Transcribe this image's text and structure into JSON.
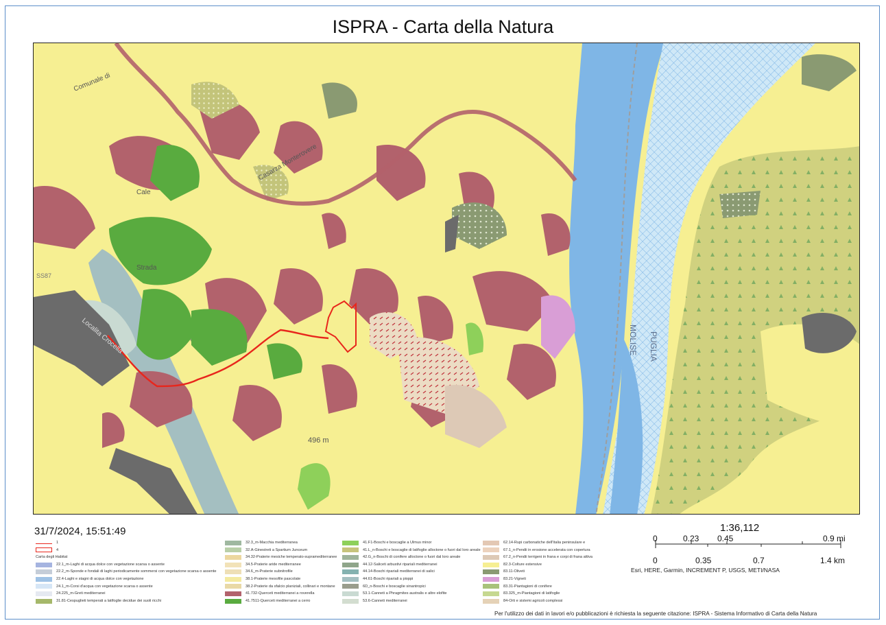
{
  "title": "ISPRA  -  Carta della Natura",
  "timestamp": "31/7/2024, 15:51:49",
  "map": {
    "labels": {
      "region_molise": "MOLISE",
      "region_puglia": "PUGLIA",
      "elevation": "496 m",
      "road_1": "Comunale di",
      "road_2": "Strada",
      "road_3": "Localita Crocella",
      "road_4": "Casarza Monterovere",
      "road_5": "Cale",
      "road_6": "SS87"
    },
    "colors": {
      "base": "#f6ef92",
      "sea": "#7fb6e6",
      "lake_hatch": "#cfe8f7",
      "woodland_red": "#b2626c",
      "green": "#59ab3f",
      "olive": "#8a9a72",
      "urban": "#6b6b6b",
      "route": "#e8261c"
    }
  },
  "legend": {
    "route_a": "1",
    "route_b": "4",
    "heading": "Carta degli Habitat",
    "col1": [
      {
        "label": "22.1_m-Laghi di acqua dolce con vegetazione scarsa o assente",
        "color": "#a5b4e0"
      },
      {
        "label": "22.2_m-Sponde e fondali di laghi periodicamente sommersi con vegetazione scarsa o assente",
        "color": "#c5cdd8"
      },
      {
        "label": "22.4-Laghi e stagni di acqua dolce con vegetazione",
        "color": "#9fc2e5"
      },
      {
        "label": "24.1_m-Corsi d'acqua con vegetazione scarsa o assente",
        "color": "#d6e6f6"
      },
      {
        "label": "24.225_m-Greti mediterranei",
        "color": "#e5e9f1"
      },
      {
        "label": "31.81-Cespuglieti temperati a latifoglie decidue dei suoli ricchi",
        "color": "#a5b86a"
      }
    ],
    "col2": [
      {
        "label": "32.3_m-Macchia mediterranea",
        "color": "#9fb8a0"
      },
      {
        "label": "32.A-Ginestreti a Spartium Junceum",
        "color": "#b9cfa8"
      },
      {
        "label": "34.32-Praterie mesiche temperato-supramediterranee",
        "color": "#ecd79f"
      },
      {
        "label": "34.5-Praterie aride mediterranee",
        "color": "#f2e2b8"
      },
      {
        "label": "34.6_m-Praterie subnitrofile",
        "color": "#eedfb6"
      },
      {
        "label": "38.1-Praterie mesofile pascolate",
        "color": "#f4eaa0"
      },
      {
        "label": "38.2-Praterie da sfalcio planiziali, collinari e montane",
        "color": "#e9d9a6"
      },
      {
        "label": "41.732-Querceti mediterranei a roverella",
        "color": "#b2626c"
      },
      {
        "label": "41.7511-Querceti mediterranei a cerro",
        "color": "#59ab3f"
      }
    ],
    "col3": [
      {
        "label": "41.F1-Boschi e boscaglie a Ulmus minor",
        "color": "#8ed05a"
      },
      {
        "label": "41.L_n-Boschi e boscaglie di latifoglie alloctone o fuori dal loro areale",
        "color": "#c7c47c"
      },
      {
        "label": "42.G_n-Boschi di conifere alloctone o fuori dal loro areale",
        "color": "#9fb49b"
      },
      {
        "label": "44.12-Saliceti arbustivi ripariali mediterranei",
        "color": "#8fa58a"
      },
      {
        "label": "44.14-Boschi ripariali mediterranei di salici",
        "color": "#85b2b0"
      },
      {
        "label": "44.61-Boschi ripariali a pioppi",
        "color": "#a4bfc1"
      },
      {
        "label": "6D_n-Boschi e boscaglie sinantropici",
        "color": "#9a9d8d"
      },
      {
        "label": "53.1-Canneti a Phragmites australis e altre elofite",
        "color": "#c9dad2"
      },
      {
        "label": "53.6-Canneti mediterranei",
        "color": "#d3ddd0"
      }
    ],
    "col4": [
      {
        "label": "62.14-Rupi carbonatiche dell'Italia peninsulare e",
        "color": "#e3c8b4"
      },
      {
        "label": "67.1_n-Pendii in erosione accelerata con copertura",
        "color": "#ecd2bd"
      },
      {
        "label": "67.2_n-Pendii terrigeni in frana e corpi di frana attiva",
        "color": "#ddc9b6"
      },
      {
        "label": "82.3-Colture estensive",
        "color": "#f6ef92"
      },
      {
        "label": "83.11-Oliveti",
        "color": "#8a9a72"
      },
      {
        "label": "83.21-Vigneti",
        "color": "#d99ed6"
      },
      {
        "label": "83.31-Piantagioni di conifere",
        "color": "#a8c27b"
      },
      {
        "label": "83.325_m-Piantagioni di latifoglie",
        "color": "#c6d890"
      },
      {
        "label": "84-Orti e sistemi agricoli complessi",
        "color": "#e5d2b7"
      }
    ]
  },
  "scale": {
    "ratio": "1:36,112",
    "mi_ticks": [
      "0",
      "0.23",
      "0.45",
      "0.9 mi"
    ],
    "km_ticks": [
      "0",
      "0.35",
      "0.7",
      "1.4 km"
    ]
  },
  "credits": "Esri, HERE, Garmin, INCREMENT P, USGS, METI/NASA",
  "citation": "Per l'utilizzo dei dati in lavori e/o pubblicazioni è richiesta la seguente citazione: ISPRA - Sistema Informativo di Carta della Natura"
}
